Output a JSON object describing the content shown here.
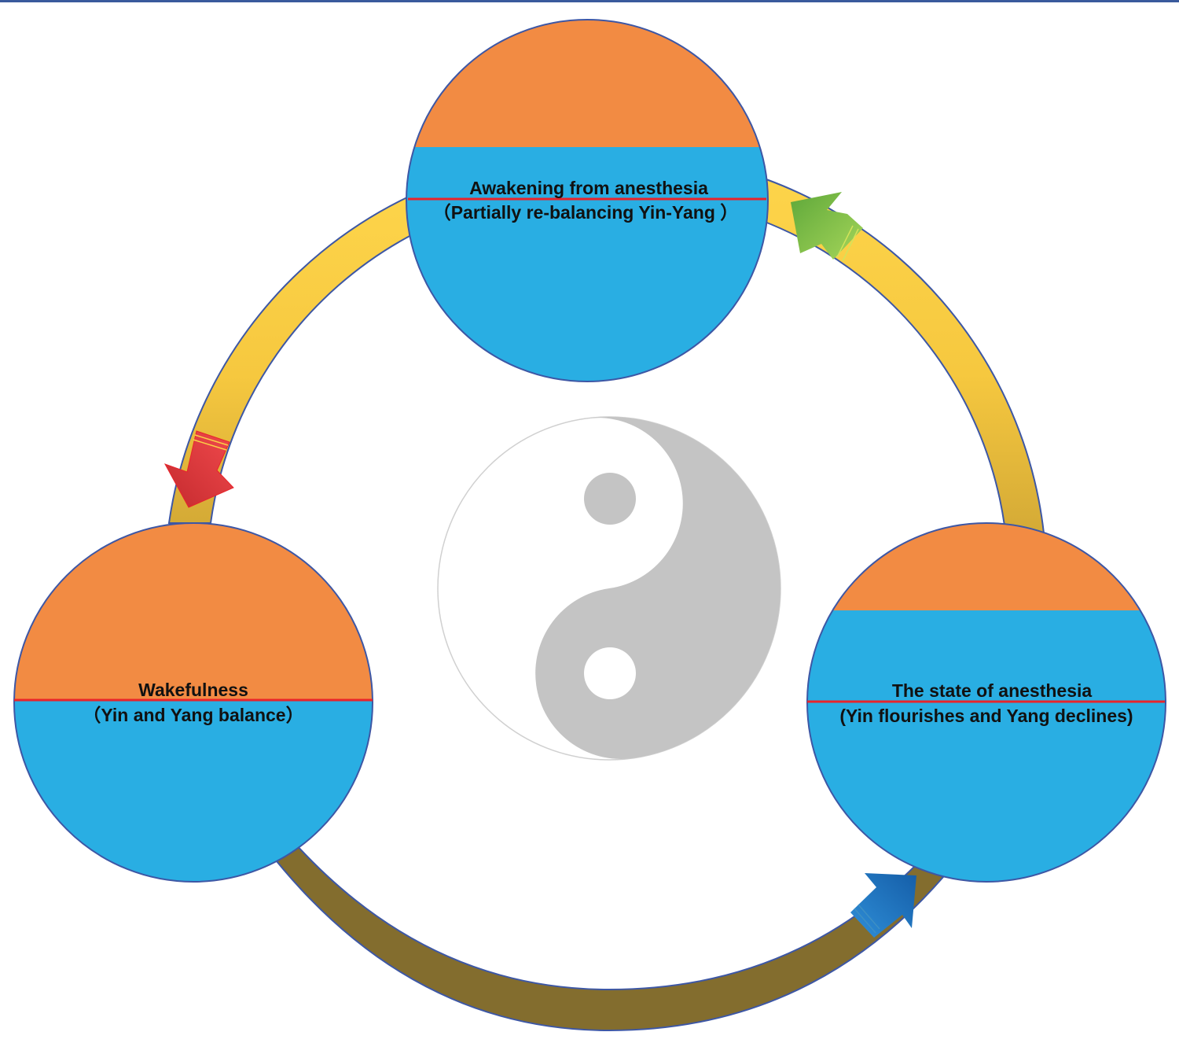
{
  "diagram": {
    "title": "Yin-Yang balance cycle across anesthesia",
    "colors": {
      "yang_orange": "#f28b43",
      "yin_blue": "#29aee3",
      "divider_red": "#e8242b",
      "outline": "#3d57a5",
      "ring_yellow": "#fbd046",
      "ring_gold": "#d4aa36",
      "ring_olive": "#836d2e",
      "arrow_green": "#7cc242",
      "arrow_red": "#e83b3f",
      "arrow_blue": "#1a6fbf",
      "yinyang_gray": "#c4c4c4"
    },
    "states": [
      {
        "id": "awakening",
        "title": "Awakening from anesthesia",
        "subtitle": "（Partially re-balancing Yin-Yang ）",
        "yang_fraction": 0.35,
        "yin_fraction": 0.65
      },
      {
        "id": "wakefulness",
        "title": "Wakefulness",
        "subtitle": "（Yin and Yang balance）",
        "yang_fraction": 0.5,
        "yin_fraction": 0.5
      },
      {
        "id": "anesthesia",
        "title": "The state of anesthesia",
        "subtitle": "(Yin flourishes and Yang declines)",
        "yang_fraction": 0.25,
        "yin_fraction": 0.75
      }
    ],
    "transitions": [
      {
        "from": "awakening",
        "to": "wakefulness",
        "arrow": "red-arrow"
      },
      {
        "from": "wakefulness",
        "to": "anesthesia",
        "arrow": "blue-arrow"
      },
      {
        "from": "anesthesia",
        "to": "awakening",
        "arrow": "green-arrow"
      }
    ],
    "center_symbol": "yin-yang"
  }
}
